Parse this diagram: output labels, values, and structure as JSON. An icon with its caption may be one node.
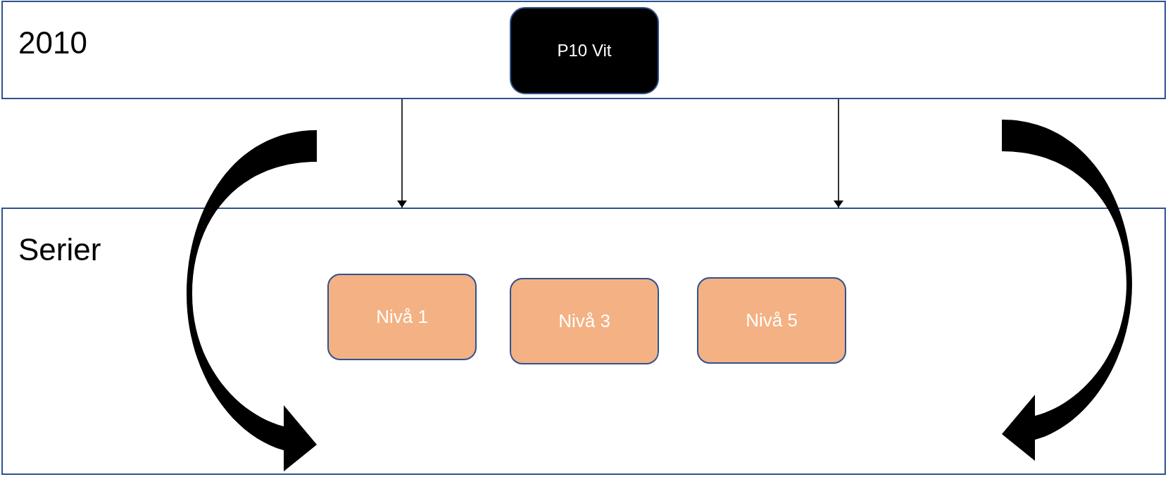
{
  "diagram": {
    "nodes": [
      {
        "text": [
          "2010"
        ]
      },
      {
        "text": [
          "P10 Vit"
        ],
        "in": 0
      },
      {
        "text": [
          "Serier"
        ]
      },
      {
        "text": [
          "Nivå 1"
        ],
        "in": 2
      },
      {
        "text": [
          "Nivå 3"
        ],
        "in": 2
      },
      {
        "text": [
          "Nivå 5"
        ],
        "in": 2
      }
    ],
    "edges": [
      {
        "from": 0,
        "to": 2,
        "arrow": "to"
      },
      {
        "from": 0,
        "to": 2,
        "arrow": "to"
      }
    ]
  }
}
